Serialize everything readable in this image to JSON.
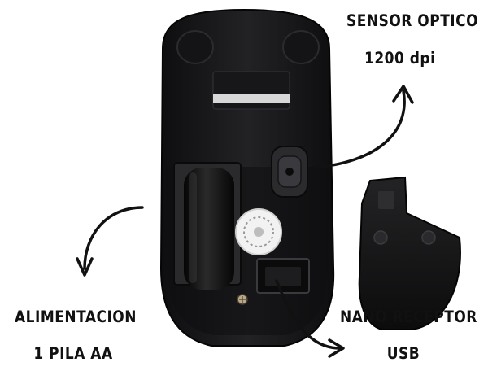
{
  "labels": {
    "sensor_line1": "SENSOR OPTICO",
    "sensor_line2": "1200 dpi",
    "power_line1": "ALIMENTACION",
    "power_line2": "1 PILA AA",
    "receiver_line1": "NANO RECEPTOR",
    "receiver_line2": "USB"
  },
  "colors": {
    "background": "#ffffff",
    "mouse_body": "#1b1b1d",
    "battery": "#111111",
    "arrow": "#111111",
    "text": "#111111"
  }
}
